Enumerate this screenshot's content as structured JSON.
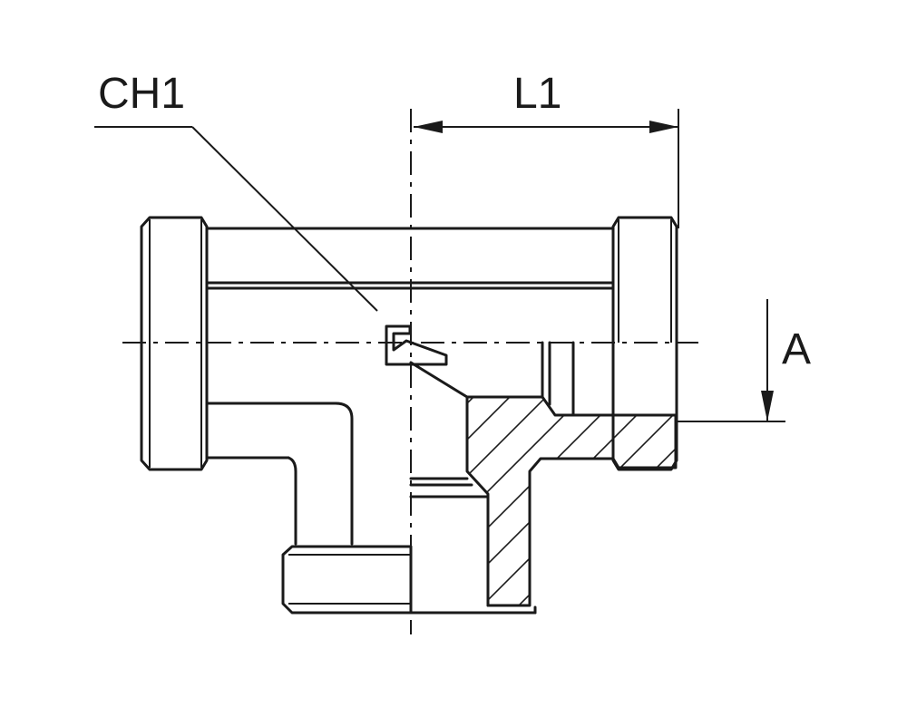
{
  "drawing": {
    "labels": {
      "ch1": "CH1",
      "l1": "L1",
      "a": "A"
    },
    "line_color": "#1a1a1a",
    "background": "#ffffff"
  }
}
